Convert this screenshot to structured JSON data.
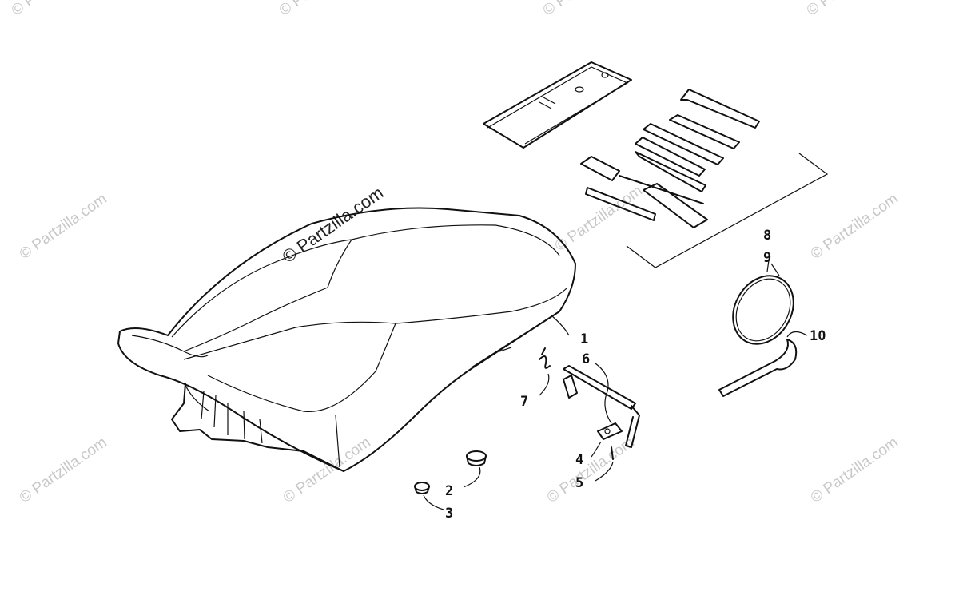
{
  "watermark": {
    "main_text": "© Partzilla.com",
    "repeat_text": "© Partzilla.com"
  },
  "callouts": [
    "1",
    "2",
    "3",
    "4",
    "5",
    "6",
    "7",
    "8",
    "9",
    "10"
  ],
  "colors": {
    "line": "#111111",
    "watermark": "#c8c8c8",
    "background": "#ffffff"
  }
}
